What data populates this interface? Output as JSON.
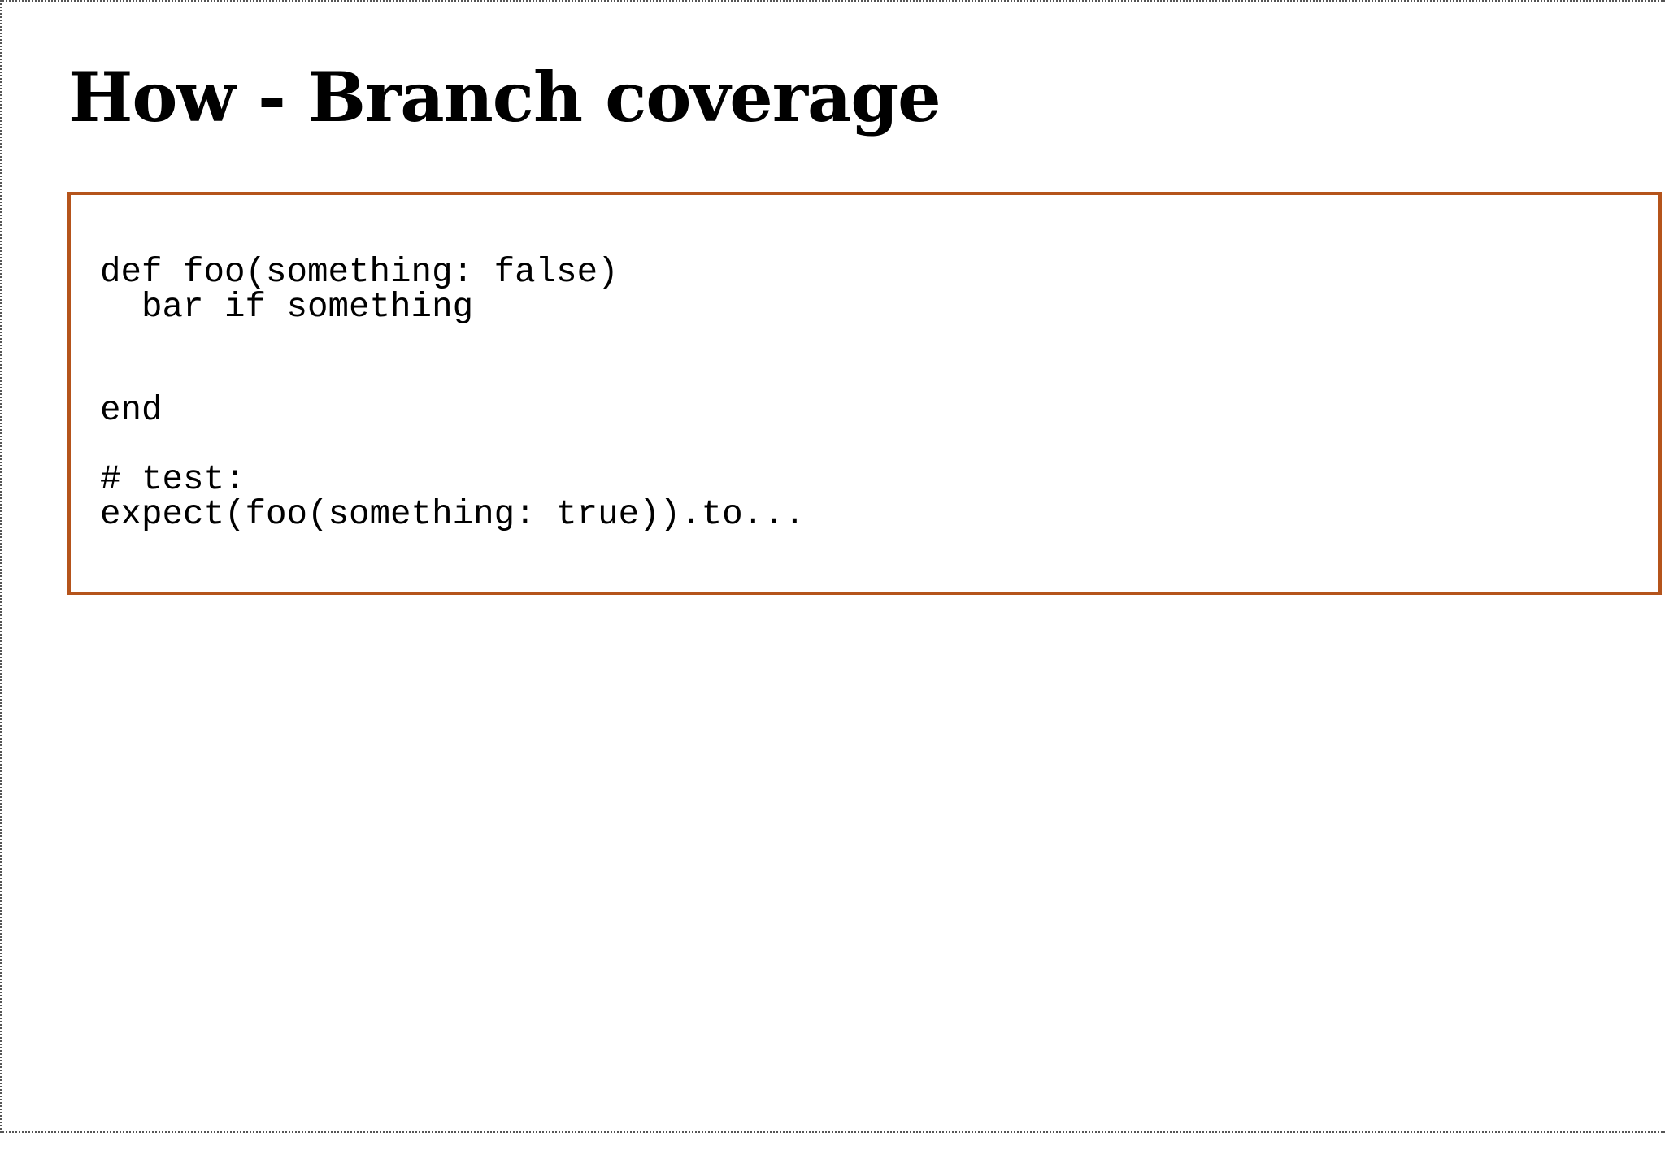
{
  "slide": {
    "title": "How - Branch coverage",
    "code_lines": [
      "def foo(something: false)",
      "  bar if something",
      "",
      "",
      "end",
      "",
      "# test:",
      "expect(foo(something: true)).to..."
    ],
    "code_border_color": "#b5541b"
  }
}
